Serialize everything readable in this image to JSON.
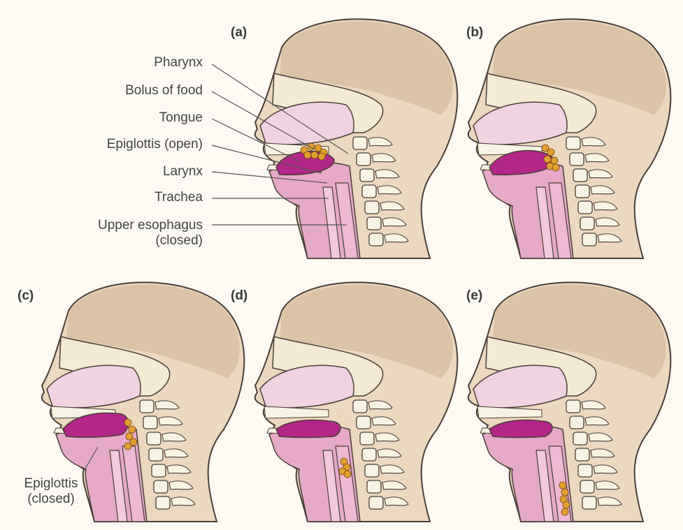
{
  "figure": {
    "panels": [
      {
        "id": "a",
        "label": "(a)",
        "stage": "a"
      },
      {
        "id": "b",
        "label": "(b)",
        "stage": "b"
      },
      {
        "id": "c",
        "label": "(c)",
        "stage": "c"
      },
      {
        "id": "d",
        "label": "(d)",
        "stage": "d"
      },
      {
        "id": "e",
        "label": "(e)",
        "stage": "e"
      }
    ],
    "labels": {
      "pharynx": "Pharynx",
      "bolus": "Bolus of food",
      "tongue": "Tongue",
      "epiglottis_open": "Epiglottis (open)",
      "larynx": "Larynx",
      "trachea": "Trachea",
      "upper_esophagus": "Upper esophagus",
      "upper_esophagus_state": "(closed)",
      "epiglottis_closed": "Epiglottis",
      "epiglottis_closed_state": "(closed)"
    },
    "colors": {
      "skin": "#ecd8bf",
      "brain_shade": "#dcc3a6",
      "outline": "#4a3f38",
      "oral_cavity": "#f0d2e1",
      "throat": "#e6a9c7",
      "tongue": "#b3268a",
      "bolus": "#e0a030",
      "vertebra": "#f8f4e4",
      "bone_cream": "#f2ead2"
    }
  }
}
